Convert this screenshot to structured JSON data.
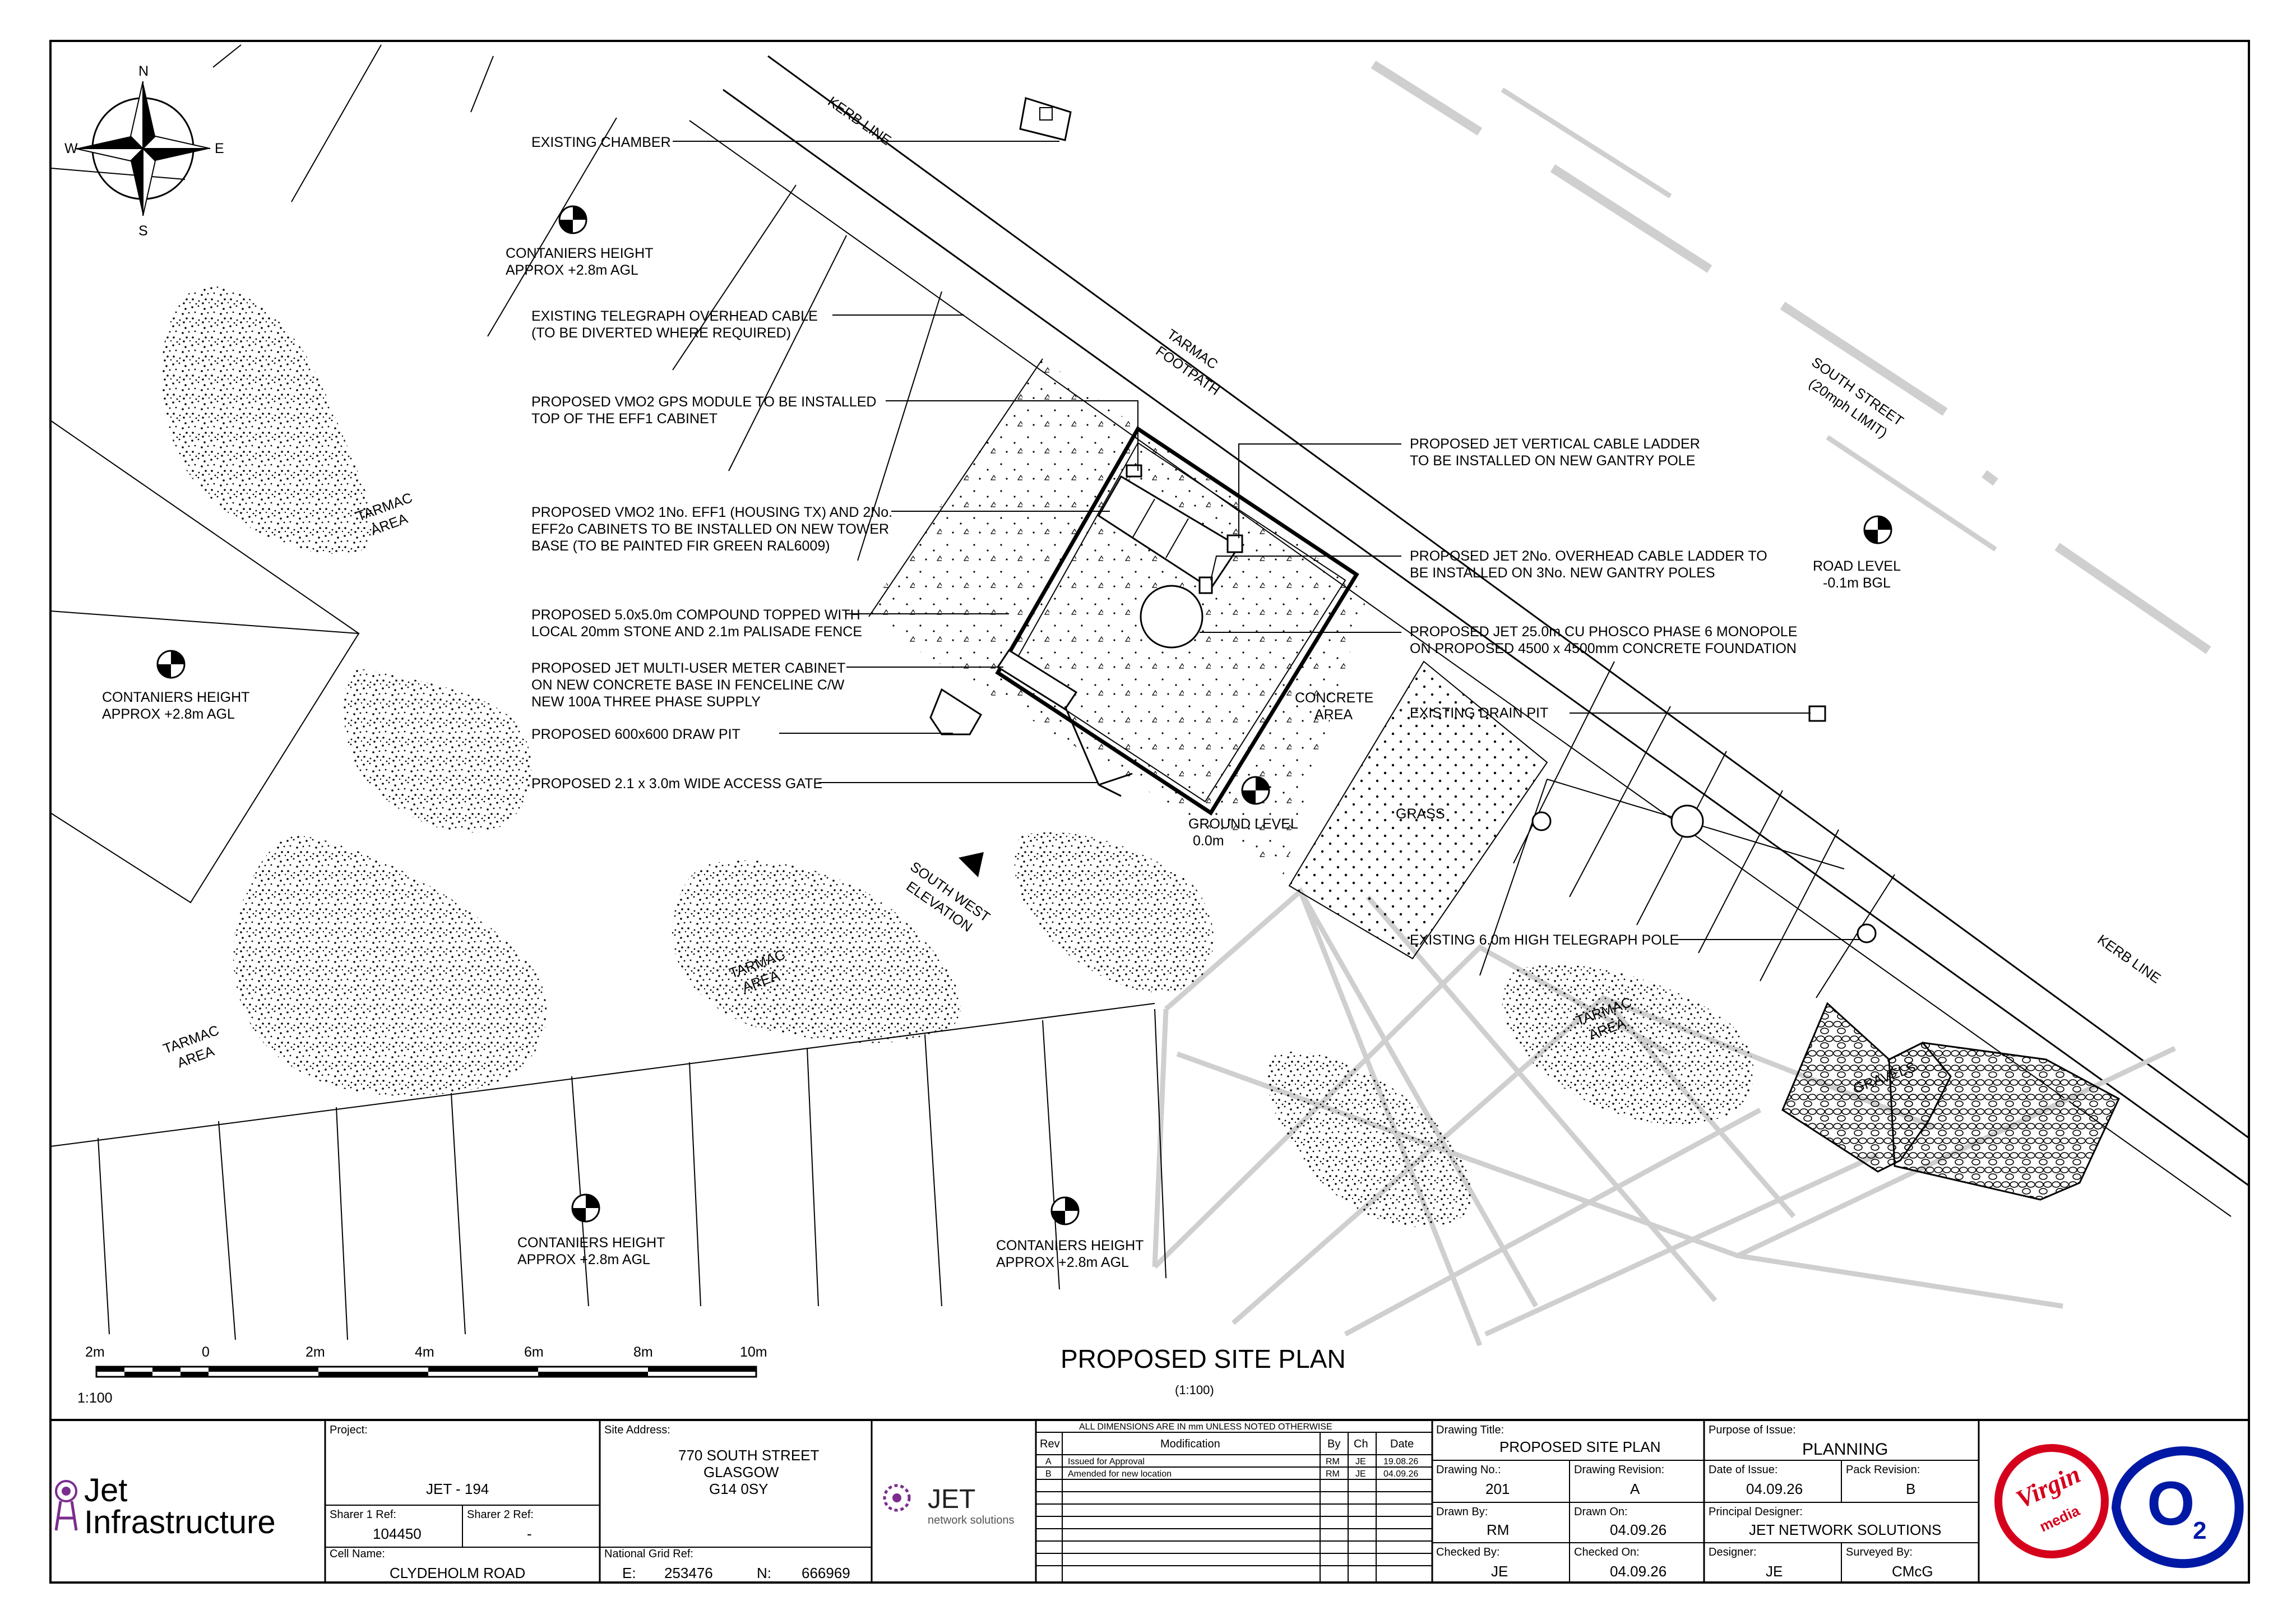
{
  "drawing": {
    "title": "PROPOSED SITE PLAN",
    "scale": "(1:100)",
    "colors": {
      "road_marking": "#cfcfcf",
      "ink": "#000000",
      "virgin_red": "#d5001c",
      "o2_blue": "#0019a5",
      "jet_purple": "#7b2d8e"
    },
    "compass": {
      "n": "N",
      "e": "E",
      "s": "S",
      "w": "W"
    },
    "labels": {
      "kerb_line_top": "KERB LINE",
      "kerb_line_right": "KERB LINE",
      "tarmac_footpath_1": "TARMAC",
      "tarmac_footpath_2": "FOOTPATH",
      "south_street_1": "SOUTH STREET",
      "south_street_2": "(20mph LIMIT)",
      "road_level_1": "ROAD LEVEL",
      "road_level_2": "-0.1m BGL",
      "ground_level_1": "GROUND LEVEL",
      "ground_level_2": "0.0m",
      "tarmac": "TARMAC",
      "area": "AREA",
      "concrete_1": "CONCRETE",
      "concrete_2": "AREA",
      "grass": "GRASS",
      "gravels": "GRAVELS",
      "sw_elevation_1": "SOUTH WEST",
      "sw_elevation_2": "ELEVATION",
      "containers_1": "CONTANIERS HEIGHT",
      "containers_2": "APPROX +2.8m AGL"
    },
    "callouts_left": [
      [
        "EXISTING CHAMBER"
      ],
      [
        "EXISTING TELEGRAPH OVERHEAD CABLE",
        "(TO BE DIVERTED WHERE REQUIRED)"
      ],
      [
        "PROPOSED VMO2 GPS MODULE TO BE INSTALLED",
        "TOP OF THE EFF1 CABINET"
      ],
      [
        "PROPOSED VMO2 1No. EFF1 (HOUSING TX) AND 2No.",
        "EFF2o CABINETS TO BE INSTALLED ON NEW TOWER",
        "BASE (TO BE PAINTED FIR GREEN RAL6009)"
      ],
      [
        "PROPOSED 5.0x5.0m COMPOUND TOPPED WITH",
        "LOCAL 20mm STONE AND 2.1m PALISADE FENCE"
      ],
      [
        "PROPOSED JET MULTI-USER METER CABINET",
        "ON NEW CONCRETE BASE IN FENCELINE C/W",
        "NEW 100A THREE PHASE SUPPLY"
      ],
      [
        "PROPOSED 600x600 DRAW PIT"
      ],
      [
        "PROPOSED 2.1 x 3.0m WIDE ACCESS GATE"
      ]
    ],
    "callouts_right": [
      [
        "PROPOSED JET VERTICAL CABLE LADDER",
        "TO BE INSTALLED ON NEW GANTRY POLE"
      ],
      [
        "PROPOSED JET 2No. OVERHEAD CABLE LADDER TO",
        "BE INSTALLED ON 3No. NEW GANTRY POLES"
      ],
      [
        "PROPOSED JET 25.0m CU PHOSCO PHASE 6 MONOPOLE",
        "ON PROPOSED 4500 x 4500mm CONCRETE FOUNDATION"
      ],
      [
        "EXISTING DRAIN PIT"
      ],
      [
        "EXISTING 6.0m HIGH TELEGRAPH POLE"
      ]
    ],
    "scale_bar": {
      "ticks": [
        "2m",
        "0",
        "2m",
        "4m",
        "6m",
        "8m",
        "10m"
      ],
      "ratio": "1:100"
    }
  },
  "title_block": {
    "company_line1": "Jet",
    "company_line2": "Infrastructure",
    "project_label": "Project:",
    "project_value": "JET - 194",
    "sharer1_label": "Sharer 1 Ref:",
    "sharer1_value": "104450",
    "sharer2_label": "Sharer 2 Ref:",
    "sharer2_value": "-",
    "cell_label": "Cell Name:",
    "cell_value": "CLYDEHOLM ROAD",
    "site_label": "Site Address:",
    "site_lines": [
      "770 SOUTH STREET",
      "GLASGOW",
      "G14 0SY"
    ],
    "grid_label": "National Grid Ref:",
    "grid_e_label": "E:",
    "grid_e": "253476",
    "grid_n_label": "N:",
    "grid_n": "666969",
    "jet_logo": "JET",
    "jet_logo_sub": "network solutions",
    "dims_note": "ALL DIMENSIONS ARE IN mm UNLESS NOTED OTHERWISE",
    "rev_headers": [
      "Rev",
      "Modification",
      "By",
      "Ch",
      "Date"
    ],
    "revisions": [
      [
        "A",
        "Issued for Approval",
        "RM",
        "JE",
        "19.08.26"
      ],
      [
        "B",
        "Amended for new location",
        "RM",
        "JE",
        "04.09.26"
      ]
    ],
    "drawing_title_label": "Drawing Title:",
    "drawing_title": "PROPOSED SITE PLAN",
    "drawing_no_label": "Drawing No.:",
    "drawing_no": "201",
    "drawing_rev_label": "Drawing Revision:",
    "drawing_rev": "A",
    "drawn_by_label": "Drawn By:",
    "drawn_by": "RM",
    "drawn_on_label": "Drawn On:",
    "drawn_on": "04.09.26",
    "checked_by_label": "Checked By:",
    "checked_by": "JE",
    "checked_on_label": "Checked On:",
    "checked_on": "04.09.26",
    "purpose_label": "Purpose of Issue:",
    "purpose": "PLANNING",
    "issue_date_label": "Date of Issue:",
    "issue_date": "04.09.26",
    "pack_rev_label": "Pack Revision:",
    "pack_rev": "B",
    "principal_label": "Principal Designer:",
    "principal": "JET NETWORK SOLUTIONS",
    "designer_label": "Designer:",
    "designer": "JE",
    "surveyed_label": "Surveyed By:",
    "surveyed": "CMcG",
    "virgin_logo_1": "Virgin",
    "virgin_logo_2": "media",
    "o2_logo": "O",
    "o2_sub": "2"
  }
}
